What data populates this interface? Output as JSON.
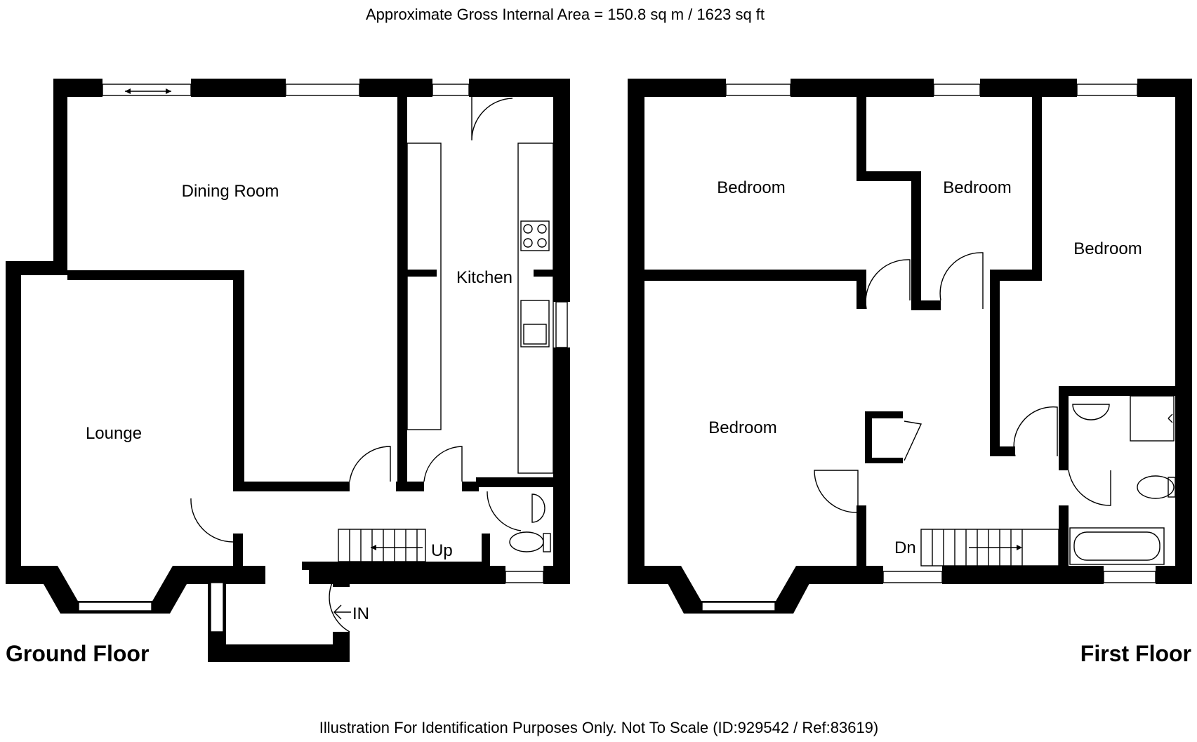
{
  "header": {
    "area_text": "Approximate Gross Internal Area = 150.8 sq m / 1623 sq ft"
  },
  "footer": {
    "disclaimer": "Illustration For Identification Purposes Only. Not To Scale (ID:929542 / Ref:83619)"
  },
  "ground_floor": {
    "title": "Ground Floor",
    "rooms": {
      "dining": "Dining Room",
      "kitchen": "Kitchen",
      "lounge": "Lounge"
    },
    "stairs_label": "Up",
    "entrance_label": "IN"
  },
  "first_floor": {
    "title": "First Floor",
    "rooms": {
      "bed1": "Bedroom",
      "bed2": "Bedroom",
      "bed3": "Bedroom",
      "bed4": "Bedroom"
    },
    "stairs_label": "Dn"
  }
}
